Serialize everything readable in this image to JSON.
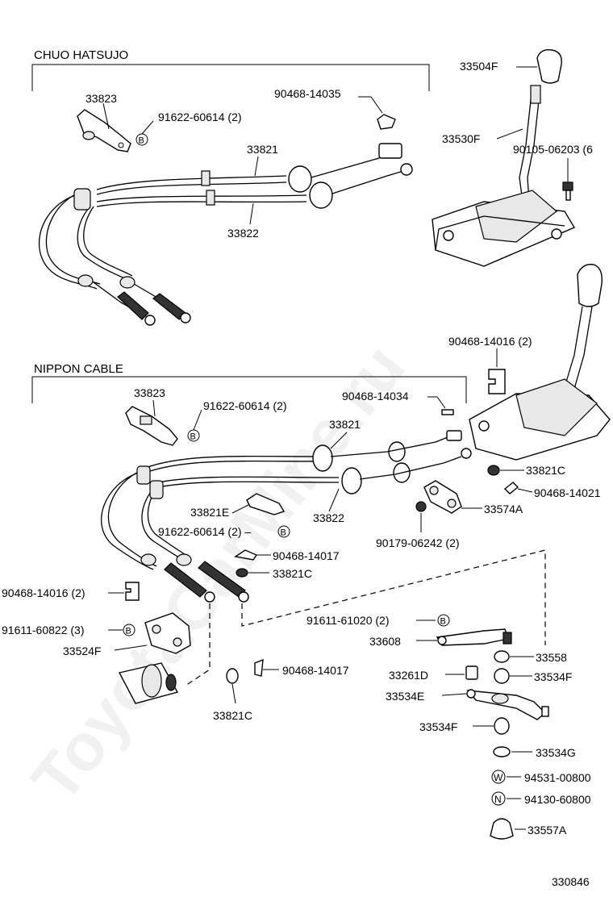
{
  "diagram_number": "330846",
  "watermark": "ToyotaCarMine.ru",
  "sections": {
    "top": "CHUO HATSUJO",
    "bottom": "NIPPON CABLE"
  },
  "labels": {
    "top_33823": "33823",
    "top_91622": "91622-60614 (2)",
    "top_90468": "90468-14035",
    "top_33821": "33821",
    "top_33822": "33822",
    "p33504F": "33504F",
    "p33530F": "33530F",
    "p90105": "90105-06203 (6",
    "p90468_14016_r": "90468-14016 (2)",
    "bot_33823": "33823",
    "bot_90468_14034": "90468-14034",
    "bot_91622": "91622-60614 (2)",
    "bot_33821": "33821",
    "p33821C_r": "33821C",
    "p90468_14021": "90468-14021",
    "p33574A": "33574A",
    "p33822": "33822",
    "p33821E": "33821E",
    "p91622_mid": "91622-60614 (2) –",
    "p90179": "90179-06242 (2)",
    "p90468_14017_a": "90468-14017",
    "p33821C_m": "33821C",
    "p90468_14016_l": "90468-14016 (2)",
    "p91611_61020": "91611-61020 (2)",
    "p91611_60822": "91611-60822 (3)",
    "p33524F": "33524F",
    "p33608": "33608",
    "p33558": "33558",
    "p90468_14017_b": "90468-14017",
    "p33261D": "33261D",
    "p33534F_a": "33534F",
    "p33534E": "33534E",
    "p33821C_b": "33821C",
    "p33534F_b": "33534F",
    "p33534G": "33534G",
    "p94531": "94531-00800",
    "p94130": "94130-60800",
    "p33557A": "33557A"
  },
  "symbols": {
    "b": "B",
    "w": "W",
    "n": "N"
  }
}
